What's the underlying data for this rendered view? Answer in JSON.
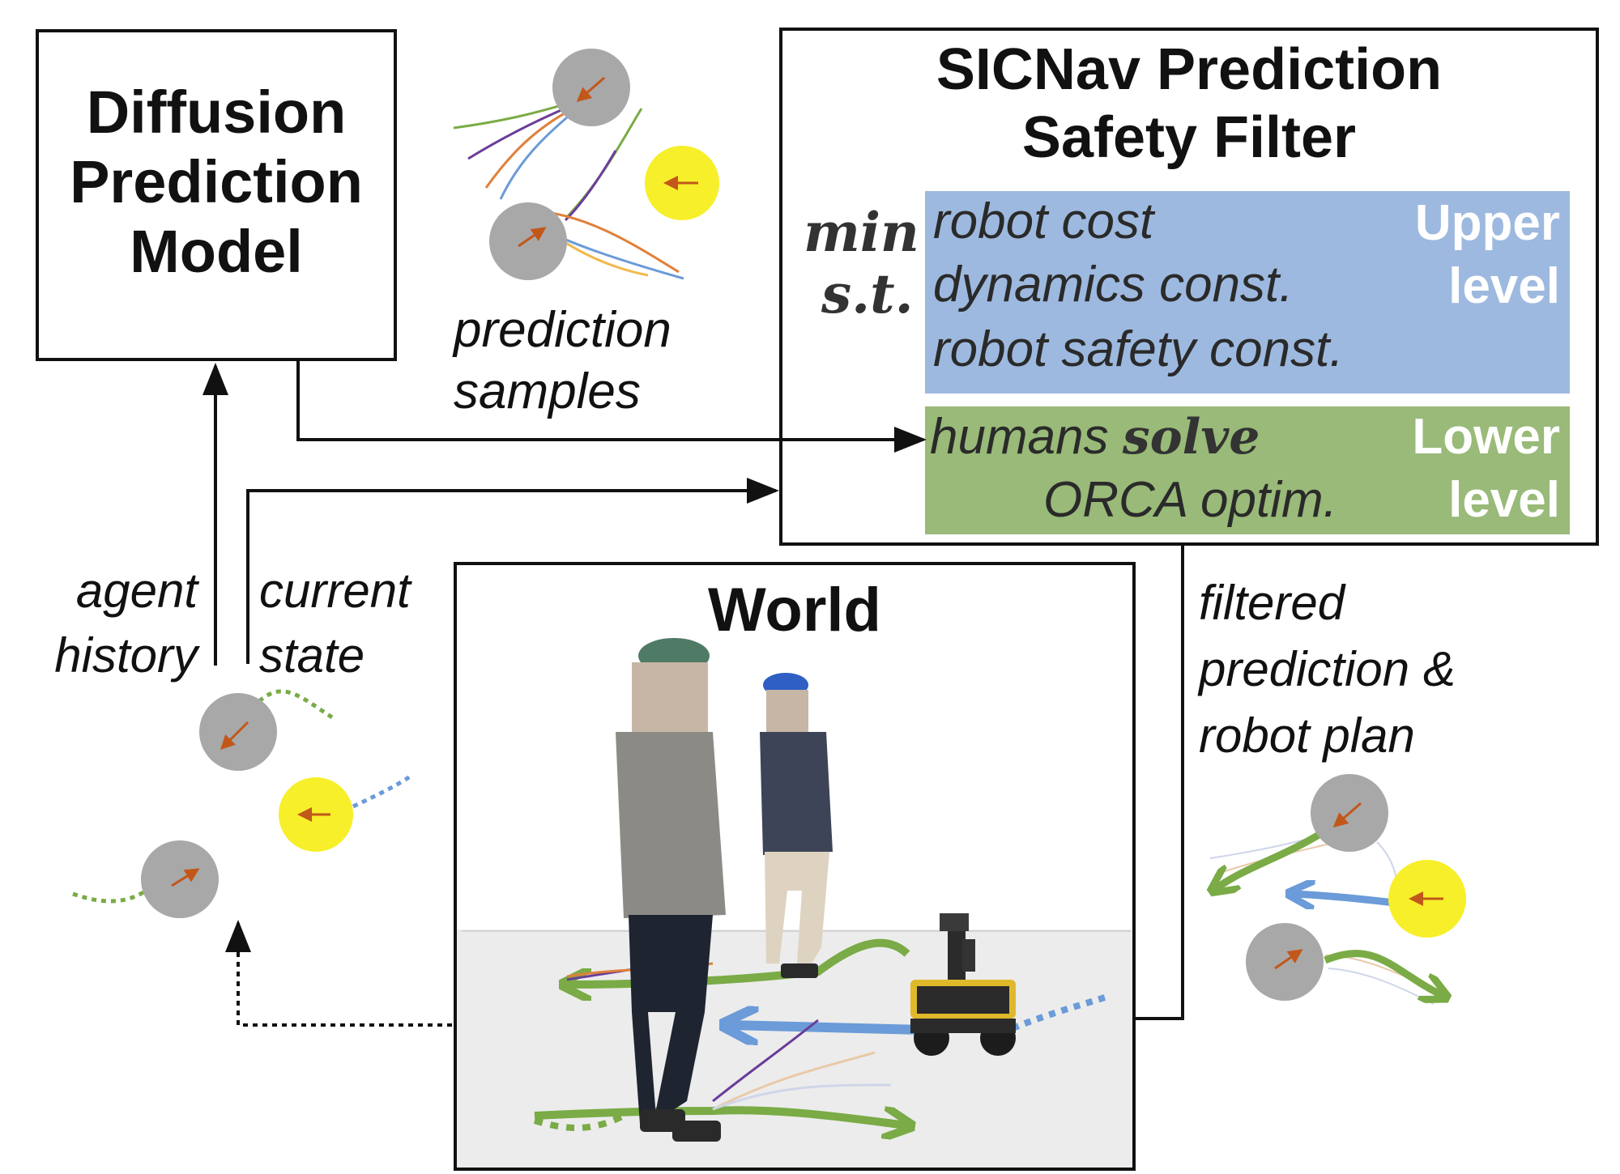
{
  "diffusion_box": {
    "lines": [
      "Diffusion",
      "Prediction",
      "Model"
    ]
  },
  "sicnav_box": {
    "title_lines": [
      "SICNav Prediction",
      "Safety Filter"
    ],
    "min_label": "min",
    "st_label": "s.t.",
    "upper": {
      "lines": [
        "robot cost",
        "dynamics const.",
        "robot safety const."
      ],
      "tag_lines": [
        "Upper",
        "level"
      ],
      "color": "#9db9df"
    },
    "lower": {
      "line1_prefix": "humans",
      "line1_solve": "solve",
      "line2": "ORCA optim.",
      "tag_lines": [
        "Lower",
        "level"
      ],
      "color": "#99ba78"
    }
  },
  "world_box": {
    "title": "World"
  },
  "labels": {
    "prediction_samples": [
      "prediction",
      "samples"
    ],
    "agent_history": [
      "agent",
      "history"
    ],
    "current_state": [
      "current",
      "state"
    ],
    "filtered": [
      "filtered",
      "prediction &",
      "robot plan"
    ]
  },
  "colors": {
    "human": "#a8a8a8",
    "robot": "#f7ef2a",
    "arrow": "#c2571a",
    "green_path": "#7aab46",
    "blue_path": "#6b9bd8",
    "purple_path": "#6a3d9a",
    "orange_path": "#e0803a"
  }
}
